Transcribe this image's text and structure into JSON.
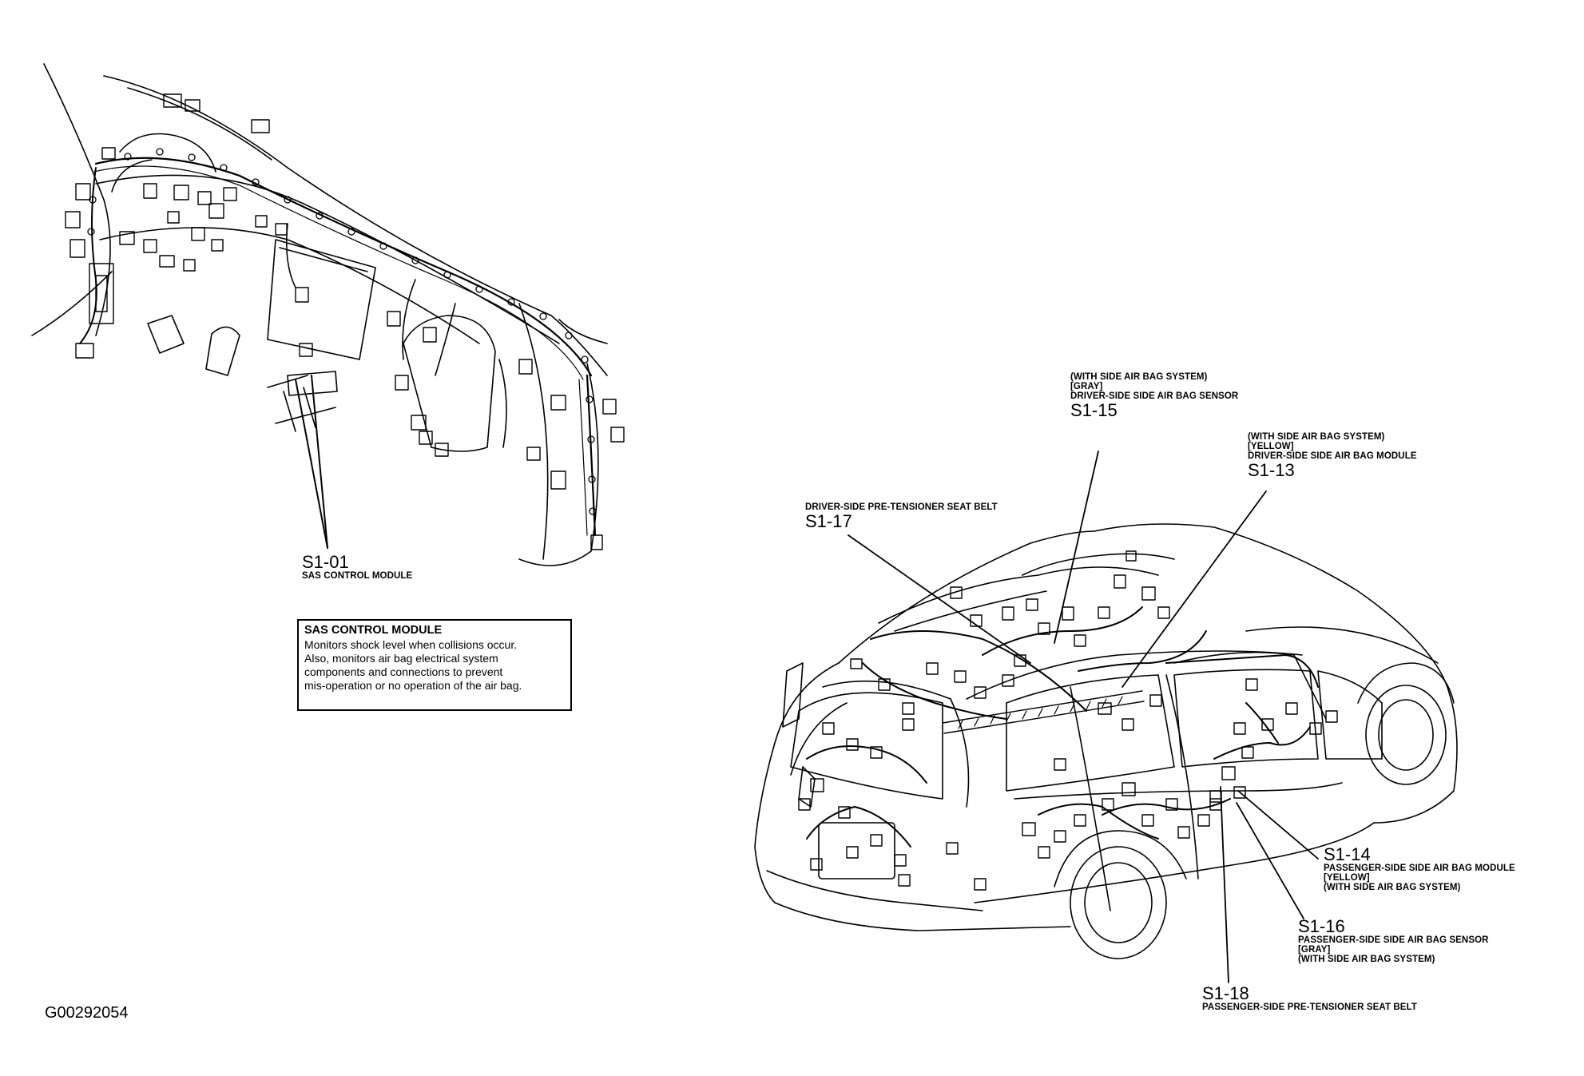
{
  "figure_id": "G00292054",
  "info_box": {
    "title": "SAS CONTROL MODULE",
    "lines": [
      "Monitors shock level when collisions occur.",
      "Also, monitors air bag electrical system",
      "components and connections to prevent",
      "mis-operation or no operation of the air bag."
    ]
  },
  "callouts": {
    "s1_01": {
      "code": "S1-01",
      "lines": [
        "SAS CONTROL MODULE"
      ]
    },
    "s1_15": {
      "code": "S1-15",
      "lines": [
        "(WITH SIDE AIR BAG SYSTEM)",
        "[GRAY]",
        "DRIVER-SIDE SIDE AIR BAG SENSOR"
      ]
    },
    "s1_13": {
      "code": "S1-13",
      "lines": [
        "(WITH SIDE AIR BAG SYSTEM)",
        "[YELLOW]",
        "DRIVER-SIDE SIDE AIR BAG MODULE"
      ]
    },
    "s1_17": {
      "code": "S1-17",
      "lines": [
        "DRIVER-SIDE PRE-TENSIONER SEAT BELT"
      ]
    },
    "s1_14": {
      "code": "S1-14",
      "lines": [
        "PASSENGER-SIDE SIDE AIR BAG MODULE",
        "[YELLOW]",
        "(WITH SIDE AIR BAG SYSTEM)"
      ]
    },
    "s1_16": {
      "code": "S1-16",
      "lines": [
        "PASSENGER-SIDE SIDE AIR BAG SENSOR",
        "[GRAY]",
        "(WITH SIDE AIR BAG SYSTEM)"
      ]
    },
    "s1_18": {
      "code": "S1-18",
      "lines": [
        "PASSENGER-SIDE PRE-TENSIONER SEAT BELT"
      ]
    }
  }
}
